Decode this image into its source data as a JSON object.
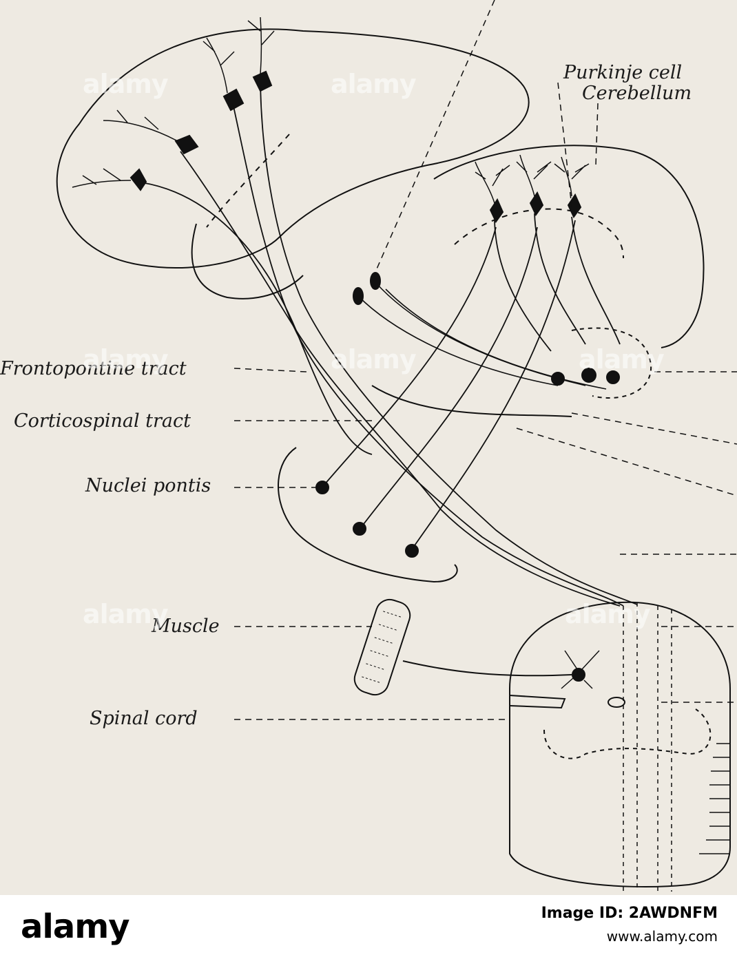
{
  "labels": {
    "purkinje_cell": "Purkinje cell",
    "cerebellum": "Cerebellum",
    "frontopontine_tract": "Frontopontine tract",
    "corticospinal_tract": "Corticospinal tract",
    "nuclei_pontis": "Nuclei pontis",
    "muscle": "Muscle",
    "spinal_cord": "Spinal cord"
  },
  "watermark": "alamy",
  "footer": {
    "logo": "alamy",
    "image_id": "Image ID: 2AWDNFM",
    "site": "www.alamy.com"
  },
  "colors": {
    "paper": "#eeeae2",
    "ink": "#111111",
    "footer_bg": "#ffffff"
  }
}
